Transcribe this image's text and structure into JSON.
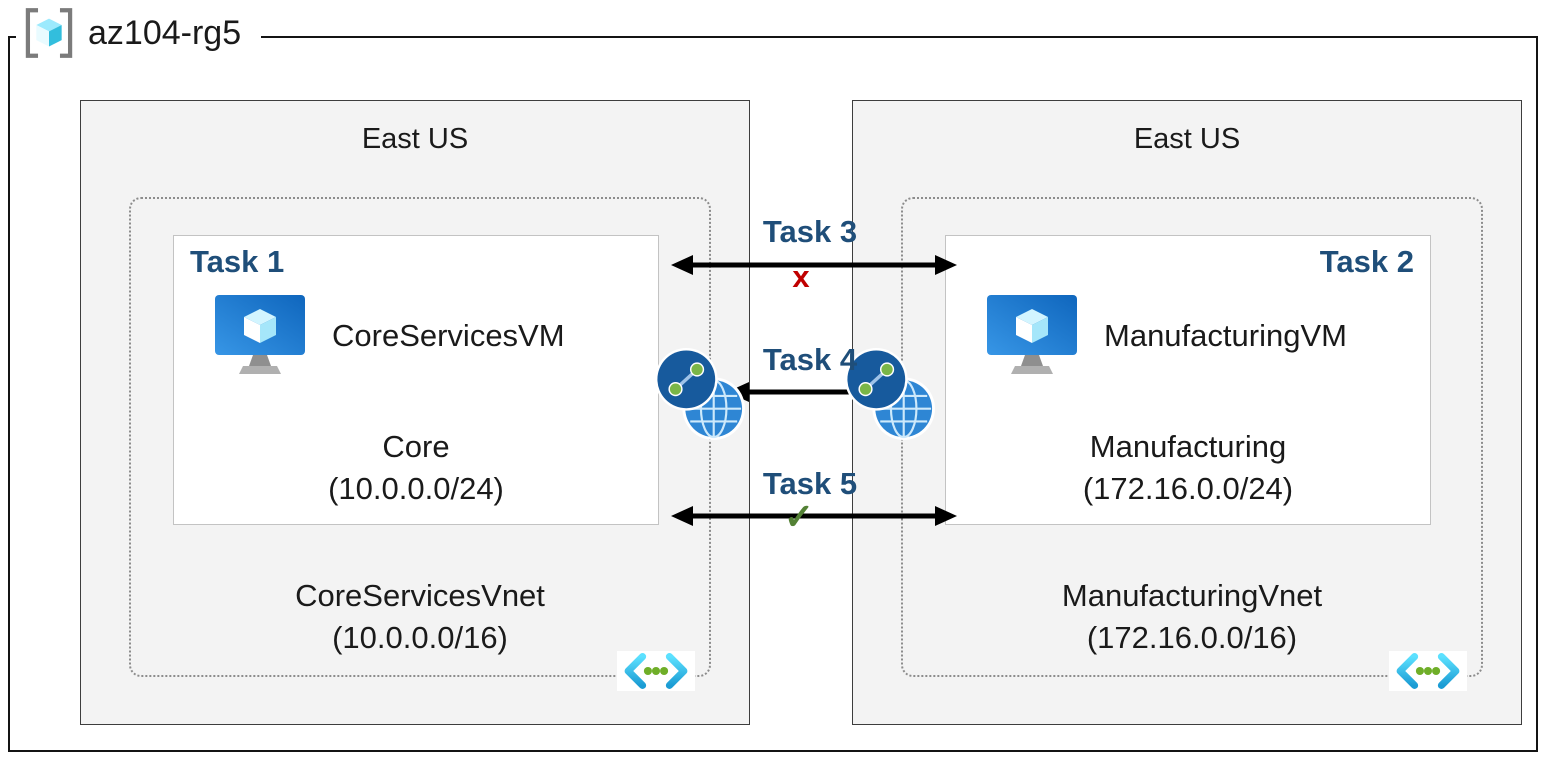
{
  "resource_group": {
    "label": "az104-rg5"
  },
  "regions": {
    "left": {
      "name": "East US",
      "task_label": "Task 1",
      "vm_name": "CoreServicesVM",
      "subnet_name": "Core",
      "subnet_cidr": "(10.0.0.0/24)",
      "vnet_name": "CoreServicesVnet",
      "vnet_cidr": "(10.0.0.0/16)"
    },
    "right": {
      "name": "East US",
      "task_label": "Task 2",
      "vm_name": "ManufacturingVM",
      "subnet_name": "Manufacturing",
      "subnet_cidr": "(172.16.0.0/24)",
      "vnet_name": "ManufacturingVnet",
      "vnet_cidr": "(172.16.0.0/16)"
    }
  },
  "connections": [
    {
      "task": "Task 3",
      "status": "x"
    },
    {
      "task": "Task 4",
      "status": ""
    },
    {
      "task": "Task 5",
      "status": "✓"
    }
  ],
  "icons": {
    "resource_group": "resource-group-icon",
    "virtual_machine": "vm-icon",
    "vnet_peering": "vnet-peering-icon",
    "virtual_network": "vnet-icon"
  },
  "colors": {
    "task_label": "#1f4e79",
    "blocked_x": "#c00000",
    "allowed_check": "#538135",
    "region_background": "#f3f3f3",
    "arrow": "#000000"
  }
}
